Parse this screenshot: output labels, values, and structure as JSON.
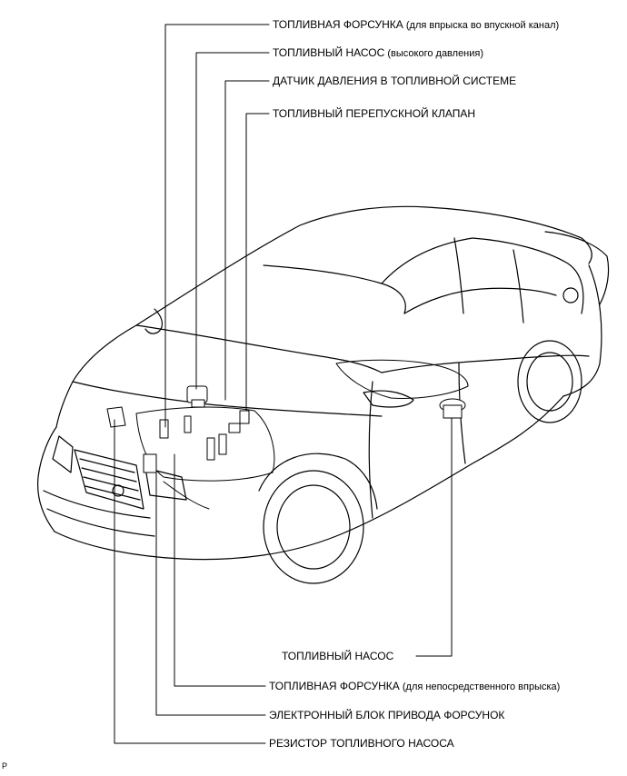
{
  "labels": {
    "port_injector": {
      "main": "ТОПЛИВНАЯ ФОРСУНКА",
      "sub": " (для впрыска во впускной канал)"
    },
    "hp_pump": {
      "main": "ТОПЛИВНЫЙ НАСОС",
      "sub": " (высокого давления)"
    },
    "pressure_sensor": {
      "main": "ДАТЧИК ДАВЛЕНИЯ В ТОПЛИВНОЙ СИСТЕМЕ"
    },
    "relief_valve": {
      "main": "ТОПЛИВНЫЙ ПЕРЕПУСКНОЙ КЛАПАН"
    },
    "fuel_pump": {
      "main": "ТОПЛИВНЫЙ НАСОС"
    },
    "di_injector": {
      "main": "ТОПЛИВНАЯ ФОРСУНКА",
      "sub": " (для непосредственного впрыска)"
    },
    "edu": {
      "main": "ЭЛЕКТРОННЫЙ БЛОК ПРИВОДА ФОРСУНОК"
    },
    "pump_resistor": {
      "main": "РЕЗИСТОР ТОПЛИВНОГО НАСОСА"
    }
  },
  "figure_code": "P"
}
